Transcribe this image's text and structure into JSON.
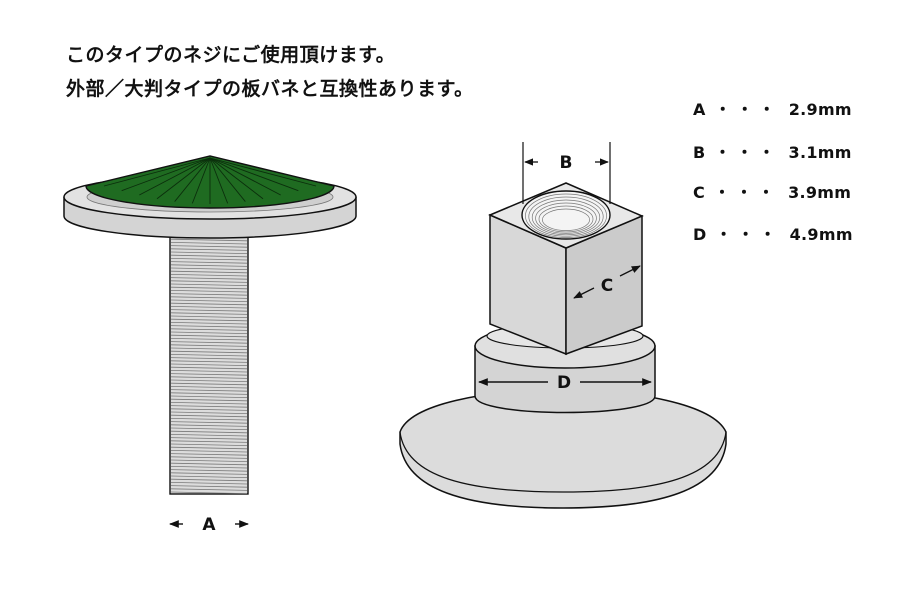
{
  "heading": {
    "line1": "このタイプのネジにご使用頂けます。",
    "line2": "外部／大判タイプの板バネと互換性あります。"
  },
  "specs": [
    {
      "letter": "A",
      "dots": "・・・",
      "value": "2.9mm"
    },
    {
      "letter": "B",
      "dots": "・・・",
      "value": "3.1mm"
    },
    {
      "letter": "C",
      "dots": "・・・",
      "value": "3.9mm"
    },
    {
      "letter": "D",
      "dots": "・・・",
      "value": "4.9mm"
    }
  ],
  "diagram_labels": {
    "a": "A",
    "b": "B",
    "c": "C",
    "d": "D"
  },
  "colors": {
    "metal": "#dcdcdc",
    "metal_dark": "#c4c4c4",
    "green": "#1f6b21",
    "outline": "#111111"
  }
}
